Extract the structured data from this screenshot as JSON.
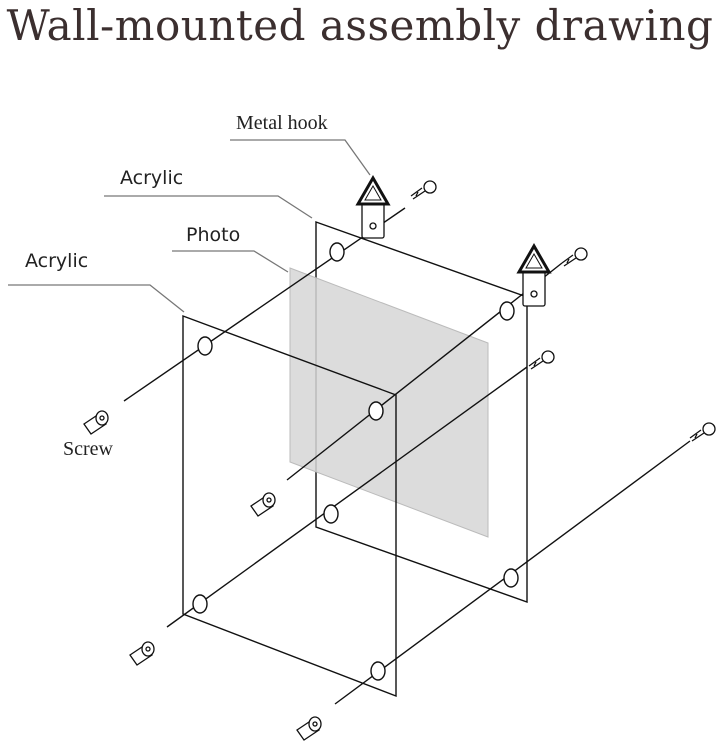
{
  "title": "Wall-mounted assembly drawing",
  "labels": {
    "metal_hook": "Metal hook",
    "acrylic_back": "Acrylic",
    "photo": "Photo",
    "acrylic_front": "Acrylic",
    "screw": "Screw"
  },
  "colors": {
    "title": "#3b2f2f",
    "lines": "#111111",
    "leader": "#777777",
    "photo_fill": "#d6d6d6"
  }
}
